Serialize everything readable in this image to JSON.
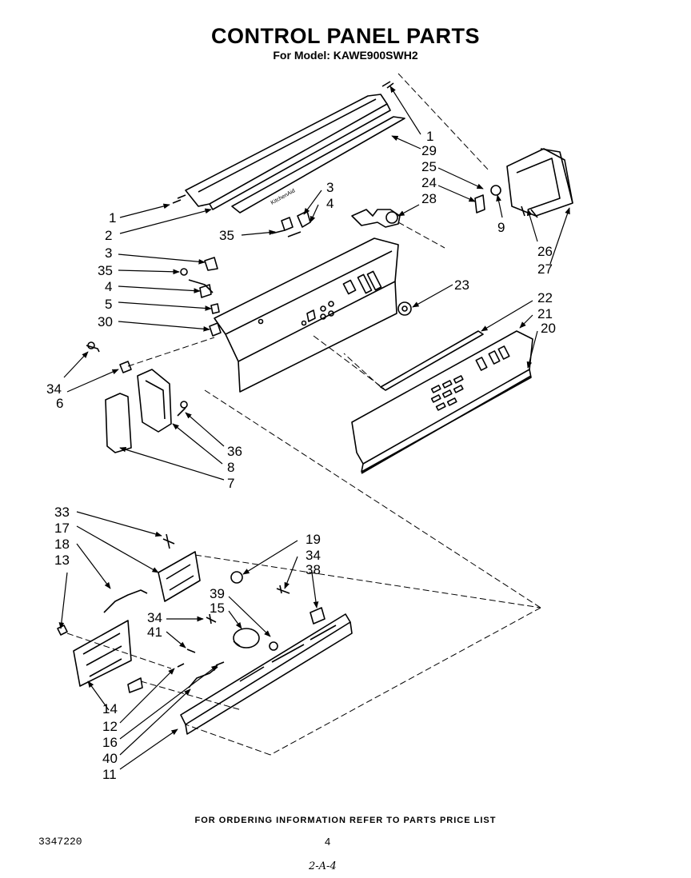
{
  "header": {
    "title": "CONTROL PANEL PARTS",
    "subtitle": "For Model: KAWE900SWH2"
  },
  "callouts": {
    "top_right": [
      "1",
      "29",
      "25",
      "24",
      "28",
      "9",
      "26",
      "27",
      "23",
      "22",
      "21",
      "20"
    ],
    "top_left": [
      "1",
      "2",
      "3",
      "4",
      "35",
      "3",
      "35",
      "4",
      "5",
      "30",
      "34",
      "6",
      "36",
      "8",
      "7"
    ],
    "bottom": [
      "33",
      "17",
      "18",
      "13",
      "19",
      "34",
      "38",
      "39",
      "15",
      "34",
      "41",
      "14",
      "12",
      "16",
      "40",
      "11"
    ]
  },
  "labels": {
    "trim_text": "KitchenAid"
  },
  "footer": {
    "note": "FOR ORDERING INFORMATION REFER TO PARTS PRICE LIST",
    "doc_number": "3347220",
    "page_number": "4",
    "handwritten_code": "2-A-4"
  }
}
